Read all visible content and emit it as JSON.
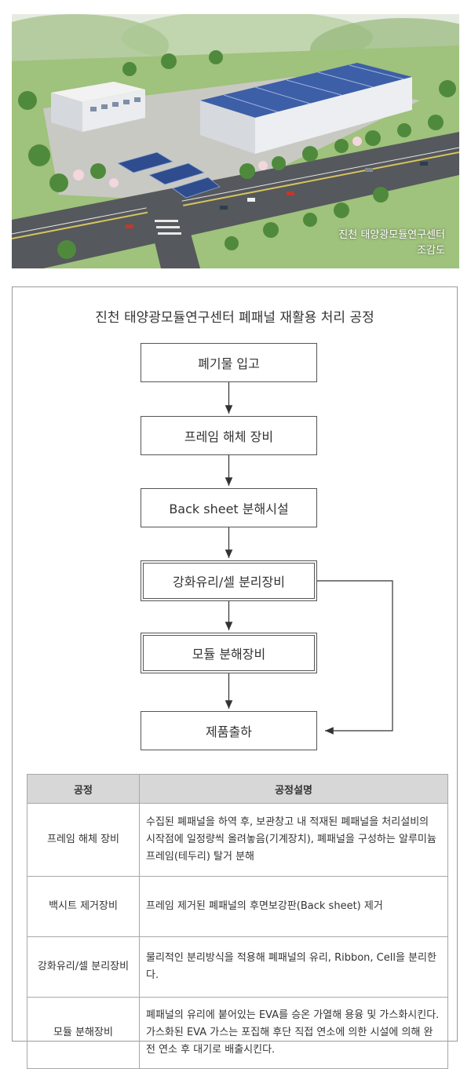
{
  "photo": {
    "caption_line1": "진천 태양광모듈연구센터",
    "caption_line2": "조감도"
  },
  "diagram": {
    "title": "진천 태양광모듈연구센터 폐패널 재활용 처리 공정",
    "steps": [
      "폐기물 입고",
      "프레임 해체 장비",
      "Back sheet 분해시설",
      "강화유리/셀 분리장비",
      "모듈 분해장비",
      "제품출하"
    ]
  },
  "table": {
    "headers": [
      "공정",
      "공정설명"
    ],
    "rows": [
      {
        "name": "프레임 해체 장비",
        "desc": "수집된 폐패널을 하역 후, 보관창고 내 적재된 폐패널을 처리설비의 시작점에 일정량씩 올려놓음(기계장치), 폐패널을 구성하는 알루미늄 프레임(테두리) 탈거 분해"
      },
      {
        "name": "백시트 제거장비",
        "desc": "프레임 제거된 폐패널의 후면보강판(Back sheet) 제거"
      },
      {
        "name": "강화유리/셀 분리장비",
        "desc": "물리적인 분리방식을 적용해 폐패널의 유리, Ribbon, Cell을 분리한다."
      },
      {
        "name": "모듈 분해장비",
        "desc": "폐패널의 유리에 붙어있는 EVA를 승온 가열해 용융 및 가스화시킨다. 가스화된 EVA 가스는 포집해 후단 직접 연소에 의한 시설에 의해 완전 연소 후 대기로 배출시킨다."
      }
    ]
  },
  "colors": {
    "panel_border": "#9a9a9a",
    "header_bg": "#d7d7d7",
    "roof_solar": "#3d5fa8"
  }
}
